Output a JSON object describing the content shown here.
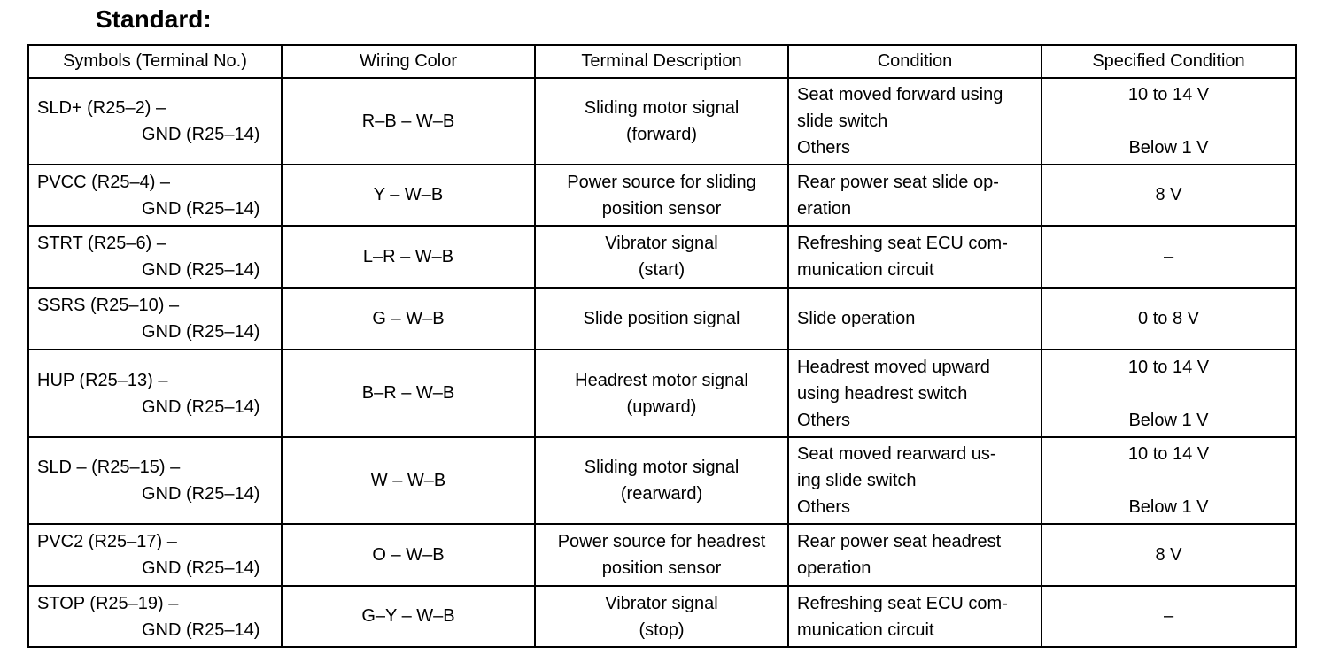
{
  "heading": "Standard:",
  "columns": [
    "Symbols (Terminal No.)",
    "Wiring Color",
    "Terminal Description",
    "Condition",
    "Specified Condition"
  ],
  "rows": [
    {
      "symbol": [
        "SLD+ (R25–2) –",
        "GND (R25–14)"
      ],
      "wiring": "R–B – W–B",
      "description": [
        "Sliding motor signal",
        "(forward)"
      ],
      "condition": [
        "Seat moved forward using",
        "slide switch",
        "Others"
      ],
      "specified": [
        "10 to 14 V",
        "",
        "Below 1 V"
      ]
    },
    {
      "symbol": [
        "PVCC (R25–4) –",
        "GND (R25–14)"
      ],
      "wiring": "Y – W–B",
      "description": [
        "Power source for sliding",
        "position sensor"
      ],
      "condition": [
        "Rear power seat slide op-",
        "eration"
      ],
      "specified": [
        "8 V"
      ]
    },
    {
      "symbol": [
        "STRT (R25–6) –",
        "GND (R25–14)"
      ],
      "wiring": "L–R – W–B",
      "description": [
        "Vibrator signal",
        "(start)"
      ],
      "condition": [
        "Refreshing seat ECU com-",
        "munication circuit"
      ],
      "specified": [
        "–"
      ]
    },
    {
      "symbol": [
        "SSRS (R25–10) –",
        "GND (R25–14)"
      ],
      "wiring": "G – W–B",
      "description": [
        "Slide position signal"
      ],
      "condition": [
        "Slide operation"
      ],
      "specified": [
        "0 to 8 V"
      ]
    },
    {
      "symbol": [
        "HUP (R25–13) –",
        "GND (R25–14)"
      ],
      "wiring": "B–R – W–B",
      "description": [
        "Headrest motor signal",
        "(upward)"
      ],
      "condition": [
        "Headrest moved upward",
        "using headrest switch",
        "Others"
      ],
      "specified": [
        "10 to 14 V",
        "",
        "Below 1 V"
      ]
    },
    {
      "symbol": [
        "SLD – (R25–15) –",
        "GND (R25–14)"
      ],
      "wiring": "W – W–B",
      "description": [
        "Sliding motor signal",
        "(rearward)"
      ],
      "condition": [
        "Seat moved rearward us-",
        "ing slide switch",
        "Others"
      ],
      "specified": [
        "10 to 14 V",
        "",
        "Below 1 V"
      ]
    },
    {
      "symbol": [
        "PVC2 (R25–17) –",
        "GND (R25–14)"
      ],
      "wiring": "O – W–B",
      "description": [
        "Power source for headrest",
        "position sensor"
      ],
      "condition": [
        "Rear power seat headrest",
        "operation"
      ],
      "specified": [
        "8 V"
      ]
    },
    {
      "symbol": [
        "STOP (R25–19) –",
        "GND (R25–14)"
      ],
      "wiring": "G–Y – W–B",
      "description": [
        "Vibrator signal",
        "(stop)"
      ],
      "condition": [
        "Refreshing seat ECU com-",
        "munication circuit"
      ],
      "specified": [
        "–"
      ]
    }
  ]
}
